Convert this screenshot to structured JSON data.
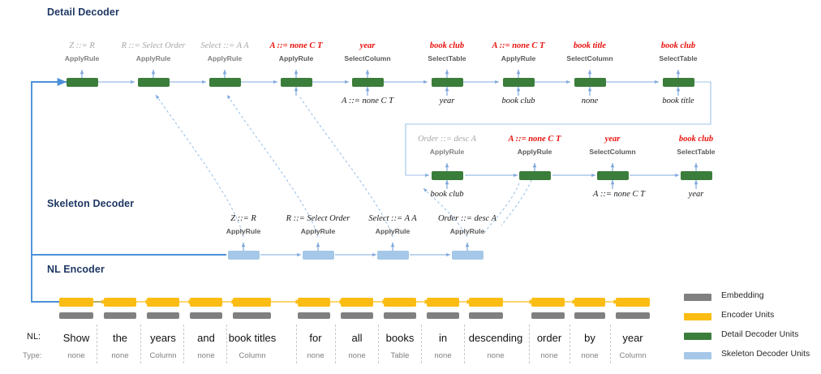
{
  "titles": {
    "detail_decoder": "Detail Decoder",
    "skeleton_decoder": "Skeleton Decoder",
    "nl_encoder": "NL Encoder"
  },
  "colors": {
    "heading": "#1f3864",
    "embedding": "#808080",
    "encoder_units": "#fbbd14",
    "detail_decoder_units": "#3b7d3b",
    "skeleton_decoder_units": "#a5c8e8",
    "arrow_blue": "#7fa8dd",
    "main_blue": "#4a90d9",
    "red_token": "#e8110c",
    "grey_token": "#a6a6a6"
  },
  "detail_row1": [
    {
      "rule": "Z ::= R",
      "rule_style": "grey",
      "action": "ApplyRule",
      "input": ""
    },
    {
      "rule": "R ::= Select Order",
      "rule_style": "grey",
      "action": "ApplyRule",
      "input": ""
    },
    {
      "rule": "Select ::= A A",
      "rule_style": "grey",
      "action": "ApplyRule",
      "input": ""
    },
    {
      "rule": "A ::= none C T",
      "rule_style": "red",
      "action": "ApplyRule",
      "input": "A ::= none C T"
    },
    {
      "rule": "year",
      "rule_style": "red",
      "action": "SelectColumn",
      "input": "year"
    },
    {
      "rule": "book club",
      "rule_style": "red",
      "action": "SelectTable",
      "input": "book club"
    },
    {
      "rule": "A ::= none C T",
      "rule_style": "red",
      "action": "ApplyRule",
      "input": "none"
    },
    {
      "rule": "book title",
      "rule_style": "red",
      "action": "SelectColumn",
      "input": "book title"
    },
    {
      "rule": "book club",
      "rule_style": "red",
      "action": "SelectTable",
      "input": ""
    }
  ],
  "detail_row2": [
    {
      "rule": "Order ::= desc A",
      "rule_style": "grey",
      "action": "ApplyRule",
      "input": "book club"
    },
    {
      "rule": "A ::= none C T",
      "rule_style": "red",
      "action": "ApplyRule",
      "input": ""
    },
    {
      "rule": "year",
      "rule_style": "red",
      "action": "SelectColumn",
      "input": "A ::= none C T"
    },
    {
      "rule": "book club",
      "rule_style": "red",
      "action": "SelectTable",
      "input": "year"
    }
  ],
  "detail_row1_top_inputs": [
    "book title"
  ],
  "skeleton_row": [
    {
      "rule": "Z ::= R",
      "action": "ApplyRule"
    },
    {
      "rule": "R ::= Select Order",
      "action": "ApplyRule"
    },
    {
      "rule": "Select ::= A A",
      "action": "ApplyRule"
    },
    {
      "rule": "Order ::= desc A",
      "action": "ApplyRule"
    }
  ],
  "encoder": {
    "nl_prefix": "NL:",
    "type_prefix": "Type:",
    "tokens": [
      {
        "word": "Show",
        "type": "none"
      },
      {
        "word": "the",
        "type": "none"
      },
      {
        "word": "years",
        "type": "Column"
      },
      {
        "word": "and",
        "type": "none"
      },
      {
        "word": "book titles",
        "type": "Column"
      },
      {
        "word": "for",
        "type": "none"
      },
      {
        "word": "all",
        "type": "none"
      },
      {
        "word": "books",
        "type": "Table"
      },
      {
        "word": "in",
        "type": "none"
      },
      {
        "word": "descending",
        "type": "none"
      },
      {
        "word": "order",
        "type": "none"
      },
      {
        "word": "by",
        "type": "none"
      },
      {
        "word": "year",
        "type": "Column"
      }
    ]
  },
  "legend": [
    {
      "label": "Embedding",
      "color": "#808080"
    },
    {
      "label": "Encoder Units",
      "color": "#fbbd14"
    },
    {
      "label": "Detail Decoder Units",
      "color": "#3b7d3b"
    },
    {
      "label": "Skeleton Decoder Units",
      "color": "#a5c8e8"
    }
  ]
}
